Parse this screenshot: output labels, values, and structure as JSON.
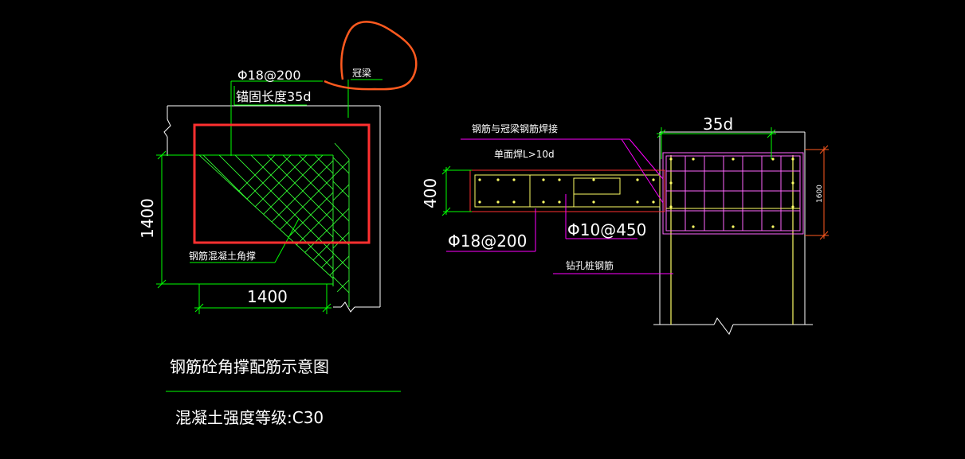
{
  "colors": {
    "background": "#000000",
    "dimension": "#00ff00",
    "leader": "#ff00ff",
    "frame": "#ffffff",
    "highlight_red": "#ff3030",
    "highlight_orange": "#ff5a1f",
    "hatch": "#33ff33",
    "rebar_yellow": "#ffff66",
    "section_outline": "#ff66ff"
  },
  "left_detail": {
    "rebar_label": "Φ18@200",
    "anchor_label": "锚固长度35d",
    "crown_beam_label": "冠梁",
    "dim_height": "1400",
    "dim_width": "1400",
    "strut_label": "钢筋混凝土角撑",
    "title": "钢筋砼角撑配筋示意图",
    "concrete_grade": "混凝土强度等级:C30"
  },
  "right_detail": {
    "weld_label": "钢筋与冠梁钢筋焊接",
    "weld_length": "单面焊L>10d",
    "dim_top": "35d",
    "dim_left": "400",
    "dim_right": "1600",
    "rebar_main": "Φ18@200",
    "rebar_stirrup": "Φ10@450",
    "pile_rebar": "钻孔桩钢筋"
  }
}
